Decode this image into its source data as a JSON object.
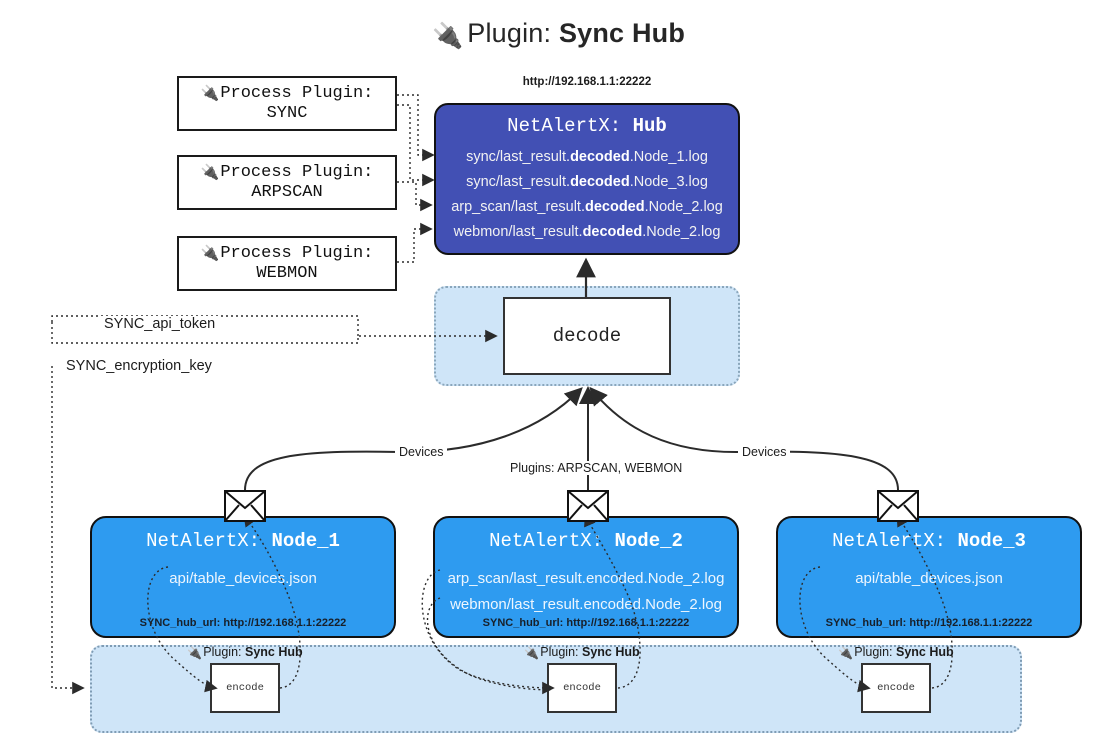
{
  "page": {
    "title_prefix": "Plugin:",
    "title_name": "Sync Hub",
    "plug_icon": "plug-icon"
  },
  "process_plugins": [
    {
      "line1": "Process Plugin:",
      "line2": "SYNC",
      "icon": "plug-icon"
    },
    {
      "line1": "Process Plugin:",
      "line2": "ARPSCAN",
      "icon": "plug-icon"
    },
    {
      "line1": "Process Plugin:",
      "line2": "WEBMON",
      "icon": "plug-icon"
    }
  ],
  "hub": {
    "url": "http://192.168.1.1:22222",
    "label_prefix": "NetAlertX:",
    "label_name": "Hub",
    "color": "#4250b4",
    "rows": [
      {
        "pre": "sync/last_result.",
        "em": "decoded",
        "post": ".Node_1.log"
      },
      {
        "pre": "sync/last_result.",
        "em": "decoded",
        "post": ".Node_3.log"
      },
      {
        "pre": "arp_scan/last_result.",
        "em": "decoded",
        "post": ".Node_2.log"
      },
      {
        "pre": "webmon/last_result.",
        "em": "decoded",
        "post": ".Node_2.log"
      }
    ]
  },
  "decode": {
    "label": "decode",
    "group_color": "#cfe5f8"
  },
  "secrets": [
    {
      "label": "SYNC_api_token"
    },
    {
      "label": "SYNC_encryption_key"
    }
  ],
  "edge_labels": {
    "devices_left": "Devices",
    "devices_right": "Devices",
    "plugins_center": "Plugins: ARPSCAN, WEBMON"
  },
  "nodes": [
    {
      "label_prefix": "NetAlertX:",
      "label_name": "Node_1",
      "lines": [
        "api/table_devices.json"
      ],
      "foot": "SYNC_hub_url: http://192.168.1.1:22222",
      "color": "#2e9bf0",
      "icon": "envelope-icon"
    },
    {
      "label_prefix": "NetAlertX:",
      "label_name": "Node_2",
      "lines": [
        "arp_scan/last_result.encoded.Node_2.log",
        "webmon/last_result.encoded.Node_2.log"
      ],
      "foot": "SYNC_hub_url: http://192.168.1.1:22222",
      "color": "#2e9bf0",
      "icon": "envelope-icon"
    },
    {
      "label_prefix": "NetAlertX:",
      "label_name": "Node_3",
      "lines": [
        "api/table_devices.json"
      ],
      "foot": "SYNC_hub_url: http://192.168.1.1:22222",
      "color": "#2e9bf0",
      "icon": "envelope-icon"
    }
  ],
  "encoders": [
    {
      "caption_prefix": "Plugin:",
      "caption_name": "Sync Hub",
      "box_label": "encode",
      "icon": "plug-icon"
    },
    {
      "caption_prefix": "Plugin:",
      "caption_name": "Sync Hub",
      "box_label": "encode",
      "icon": "plug-icon"
    },
    {
      "caption_prefix": "Plugin:",
      "caption_name": "Sync Hub",
      "box_label": "encode",
      "icon": "plug-icon"
    }
  ]
}
